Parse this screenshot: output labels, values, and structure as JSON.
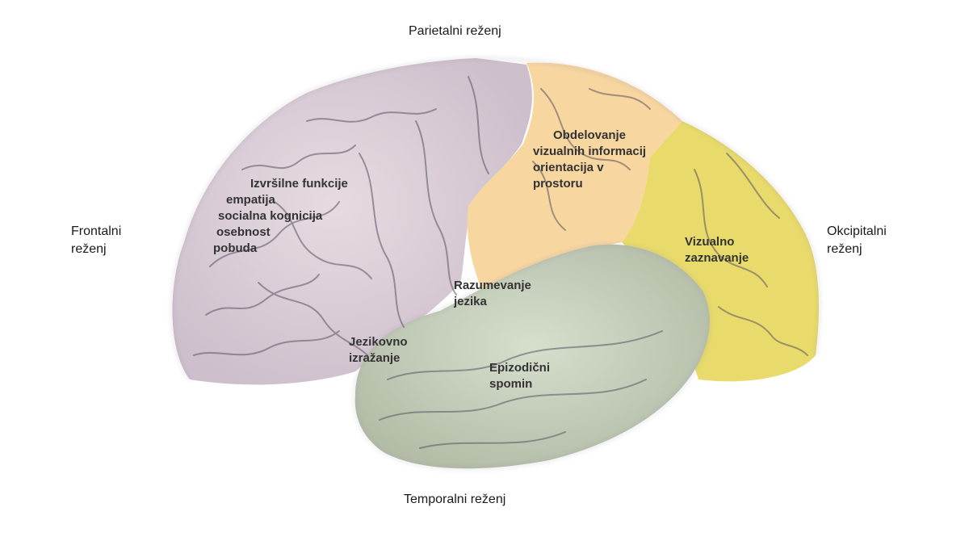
{
  "lobes": {
    "parietal": "Parietalni reženj",
    "frontal": [
      "Frontalni",
      "reženj"
    ],
    "occipital": [
      "Okcipitalni",
      "reženj"
    ],
    "temporal": "Temporalni reženj"
  },
  "functions": {
    "frontal": [
      "Izvršilne funkcije",
      "empatija",
      "socialna kognicija",
      "osebnost",
      "pobuda"
    ],
    "visual_processing": [
      "Obdelovanje",
      "vizualnih informacij",
      "orientacija v",
      "prostoru"
    ],
    "visual_perception": [
      "Vizualno",
      "zaznavanje"
    ],
    "language_comprehension": [
      "Razumevanje",
      "jezika"
    ],
    "language_expression": [
      "Jezikovno",
      "izražanje"
    ],
    "episodic_memory": [
      "Epizodični",
      "spomin"
    ]
  },
  "colors": {
    "frontal": "#ddd0da",
    "parietal": "#f8d9a2",
    "occipital": "#e9dc6a",
    "temporal": "#cbd5bf",
    "sulci": "#5b5361"
  }
}
